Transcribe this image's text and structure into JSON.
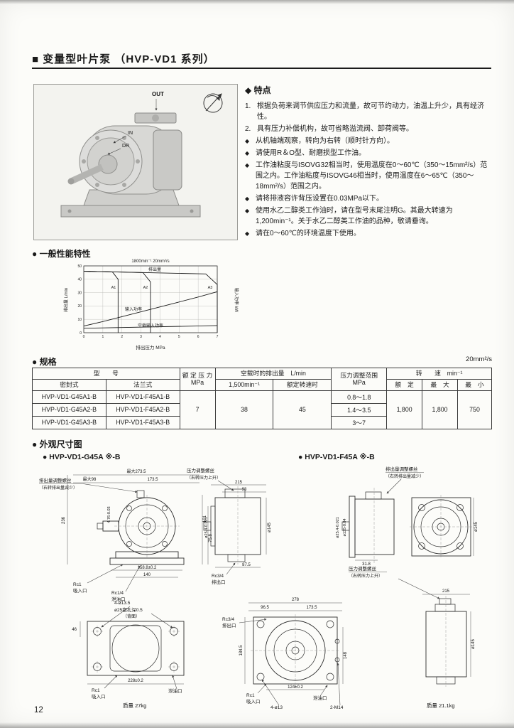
{
  "page": {
    "number": "12",
    "viscosity_note": "20mm²/s"
  },
  "title": "■ 变量型叶片泵 （HVP-VD1 系列）",
  "photo": {
    "out_label": "OUT",
    "in_label": "IN",
    "dr_label": "DR"
  },
  "features": {
    "heading": "◆ 特点",
    "numbered": [
      {
        "num": "1.",
        "text": "根据负荷来调节供应压力和流量，故可节约动力，油温上升少，具有经济性。"
      },
      {
        "num": "2.",
        "text": "具有压力补偿机构，故可省略溢流阀、卸荷阀等。"
      }
    ],
    "bullet_glyph": "◆",
    "bullets": [
      "从机轴端观察，转向为右转（顺时针方向）。",
      "请使用R＆O型、耐磨损型工作油。",
      "工作油粘度与ISOVG32相当时，使用温度在0～60℃（350～15mm²/s）范围之内。工作油粘度与ISOVG46相当时，使用温度在6～65℃（350～18mm²/s）范围之内。",
      "请将排液容许背压设置在0.03MPa以下。",
      "使用水乙二醇类工作油时，请在型号末尾注明G。其最大转速为1,200min⁻¹。关于水乙二醇类工作油的品种，敬请垂询。",
      "请在0～60℃的环境温度下使用。"
    ]
  },
  "performance": {
    "heading": "● 一般性能特性"
  },
  "chart_data": {
    "type": "line",
    "title": "一般性能特性",
    "annotation": "1800min⁻¹  20mm²/s",
    "xlabel": "排出压力 MPa",
    "ylabel_left": "排出量 L/min",
    "ylabel_right": "输入功率 kW",
    "xlim": [
      0,
      7
    ],
    "ylim_left": [
      0,
      50
    ],
    "ylim_right": [
      0,
      15
    ],
    "x_ticks": [
      0,
      1,
      2,
      3,
      4,
      5,
      6,
      7
    ],
    "y_ticks_left": [
      0,
      10,
      20,
      30,
      40,
      50
    ],
    "grid": true,
    "legend_position": "none",
    "series": [
      {
        "name": "排出量 A1",
        "axis": "left",
        "x": [
          0,
          1.5,
          1.8,
          1.8
        ],
        "y": [
          46,
          45.5,
          40,
          0
        ]
      },
      {
        "name": "排出量 A2",
        "axis": "left",
        "x": [
          0,
          3.1,
          3.5,
          3.5
        ],
        "y": [
          46,
          45,
          38,
          0
        ]
      },
      {
        "name": "排出量 A3",
        "axis": "left",
        "x": [
          0,
          6.4,
          7,
          7
        ],
        "y": [
          46,
          44,
          36,
          0
        ]
      },
      {
        "name": "输入功率",
        "axis": "right",
        "x": [
          0,
          1,
          2,
          3,
          4,
          5,
          6,
          7
        ],
        "y": [
          1.5,
          2.5,
          3.6,
          4.7,
          5.8,
          6.9,
          8,
          9.2
        ]
      },
      {
        "name": "空载输入功率",
        "axis": "right",
        "x": [
          0,
          7
        ],
        "y": [
          1,
          1.6
        ]
      }
    ],
    "curve_labels": {
      "flow": "排出量",
      "input": "输入功率",
      "noload": "空载输入功率",
      "a1": "A1",
      "a2": "A2",
      "a3": "A3"
    }
  },
  "specs": {
    "heading": "● 规格",
    "header": {
      "model": "型　　号",
      "seal": "密封式",
      "flange": "法兰式",
      "rated_pressure": "额 定 压 力",
      "rated_pressure_unit": "MPa",
      "no_load_flow": "空载时的排出量　L/min",
      "flow_1500": "1,500min⁻¹",
      "flow_rated": "额定转速时",
      "adj_range": "压力调整范围",
      "adj_range_unit": "MPa",
      "speed": "转　　速　min⁻¹",
      "speed_rated": "额　定",
      "speed_max": "最　大",
      "speed_min": "最　小"
    },
    "rows": [
      {
        "seal": "HVP-VD1-G45A1-B",
        "flange": "HVP-VD1-F45A1-B",
        "adj": "0.8～1.8"
      },
      {
        "seal": "HVP-VD1-G45A2-B",
        "flange": "HVP-VD1-F45A2-B",
        "adj": "1.4～3.5"
      },
      {
        "seal": "HVP-VD1-G45A3-B",
        "flange": "HVP-VD1-F45A3-B",
        "adj": "3～7"
      }
    ],
    "merged": {
      "pressure": "7",
      "flow_1500": "38",
      "flow_rated": "45",
      "speed_rated": "1,800",
      "speed_max": "1,800",
      "speed_min": "750"
    }
  },
  "dims": {
    "heading": "● 外观尺寸图",
    "g_title": "● HVP-VD1-G45A ※-B",
    "f_title": "● HVP-VD1-F45A ※-B",
    "flow_screw_line1": "排出量调整螺丝",
    "flow_screw_line2": "（右转排出量减少）",
    "press_screw_line1": "压力调整螺丝",
    "press_screw_line2": "（右转压力上升）",
    "mass_g": "质量 27kg",
    "mass_f": "质量 21.1kg",
    "g_front": {
      "overall_w": "最大273.5",
      "shaft_len": "最大98",
      "body_w": "173.5",
      "key": "4.76-0.03",
      "h1": "101",
      "h2": "75.8",
      "h_total": "236",
      "base_w1": "158.8±0.2",
      "base_w2": "140"
    },
    "g_side": {
      "w1": "215",
      "w2": "93",
      "dia": "ø145",
      "shaft_dia": "ø25.4-0.021",
      "d1": "87.5",
      "port": "Rc3/4",
      "port_name": "排出口"
    },
    "g_ports": {
      "suction": "Rc1",
      "suction_name": "吸入口",
      "drain": "Rc1/4",
      "drain_name": "泄油口"
    },
    "g_plan": {
      "w": "228±0.2",
      "d1": "46",
      "holes": "4-ø13.5",
      "spotface": "ø25锪孔深0.5",
      "spotface_note": "（背面）",
      "suction": "Rc1",
      "suction_name": "吸入口",
      "drain_name": "泄油口"
    },
    "f_top": {
      "spigot": "ø135-0.04",
      "dia": "ø145",
      "shaft_dia": "ø25.4-0.021",
      "d1": "31.8"
    },
    "f_front": {
      "w": "278",
      "w1": "96.5",
      "w2": "173.5",
      "h1": "184.5",
      "h2": "148",
      "wb": "124±0.2",
      "holes": "4-ø13",
      "studs": "2-M14",
      "port": "Rc3/4",
      "port_name": "排出口",
      "suction": "Rc1",
      "suction_name": "吸入口",
      "drain_name": "泄油口"
    },
    "f_side": {
      "w": "215",
      "dia": "ø145"
    }
  }
}
